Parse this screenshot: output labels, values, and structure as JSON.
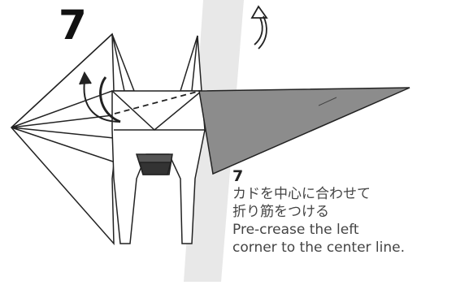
{
  "step": {
    "big_number": "7",
    "small_number": "7",
    "instruction_ja_line1": "カドを中心に合わせて",
    "instruction_ja_line2": "折り筋をつける",
    "instruction_en_line1": "Pre-crease the left",
    "instruction_en_line2": "corner to the center line."
  },
  "colors": {
    "paper": "#ffffff",
    "shaded_flap": "#8c8c8c",
    "line": "#222222",
    "background_band": "#e6e6e6"
  },
  "icons": {
    "fold_arrow": "curved-arrow-icon",
    "turn_over": "turn-over-arrow-icon"
  }
}
